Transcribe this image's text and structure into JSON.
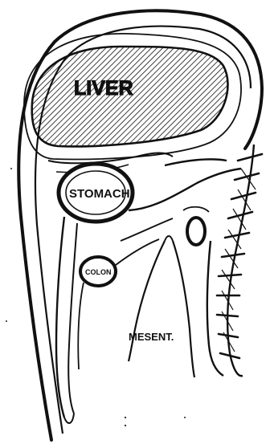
{
  "figure": {
    "labels": {
      "liver": "LIVER",
      "stomach": "STOMACH",
      "colon": "COLON",
      "mesentery": "MESENT."
    }
  }
}
